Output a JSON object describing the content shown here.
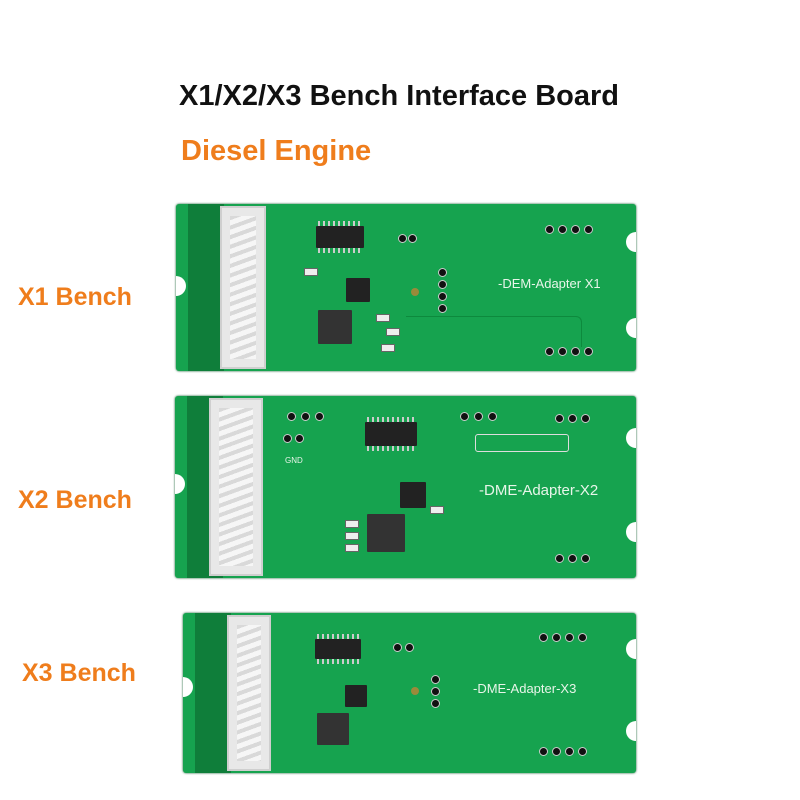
{
  "header": {
    "title": "X1/X2/X3 Bench Interface Board",
    "subtitle": "Diesel Engine"
  },
  "boards": [
    {
      "bench_label": "X1 Bench",
      "silkscreen": "-DEM-Adapter X1"
    },
    {
      "bench_label": "X2 Bench",
      "silkscreen": "-DME-Adapter-X2",
      "gnd_label": "GND"
    },
    {
      "bench_label": "X3 Bench",
      "silkscreen": "-DME-Adapter-X3"
    }
  ],
  "colors": {
    "accent": "#ef7d1c",
    "pcb": "#16a34f"
  }
}
